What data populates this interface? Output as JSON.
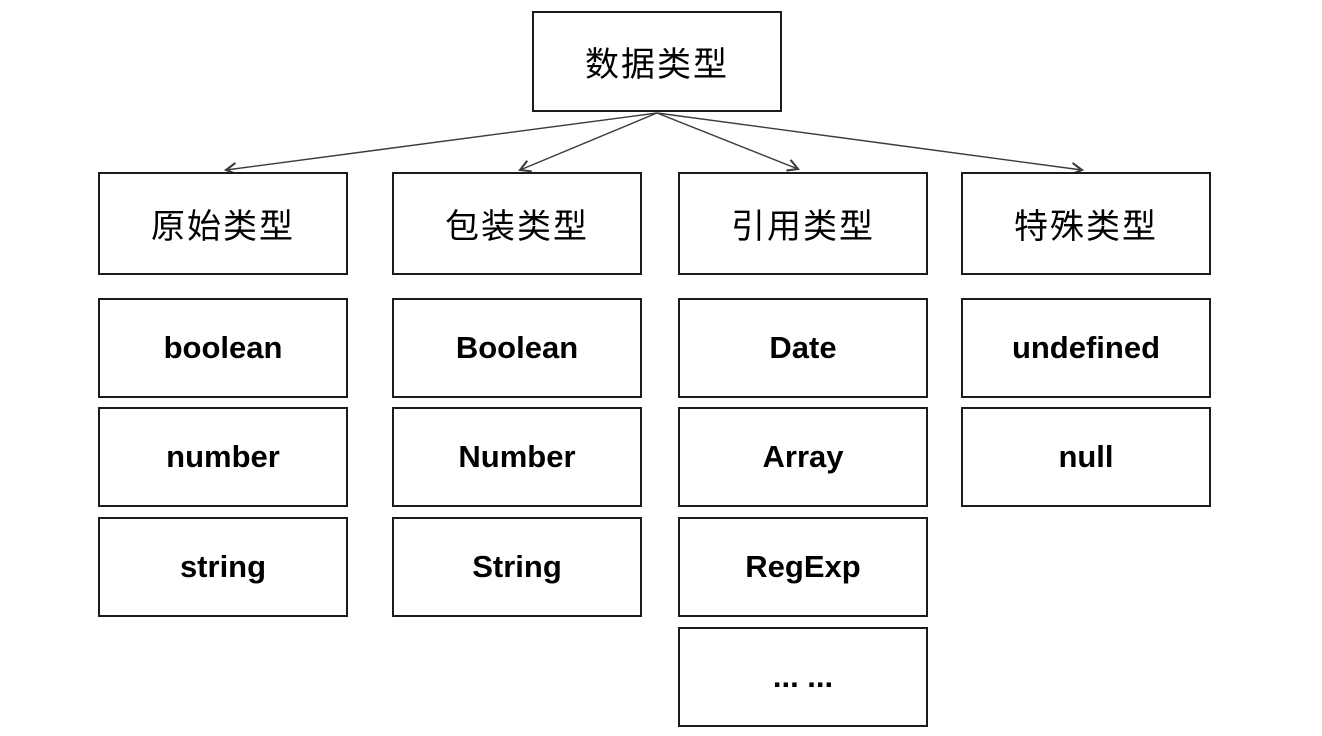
{
  "diagram": {
    "root_label": "数据类型",
    "columns": [
      {
        "header": "原始类型",
        "items": [
          "boolean",
          "number",
          "string"
        ]
      },
      {
        "header": "包装类型",
        "items": [
          "Boolean",
          "Number",
          "String"
        ]
      },
      {
        "header": "引用类型",
        "items": [
          "Date",
          "Array",
          "RegExp",
          "... ..."
        ]
      },
      {
        "header": "特殊类型",
        "items": [
          "undefined",
          "null"
        ]
      }
    ],
    "colors": {
      "background": "#ffffff",
      "box_border": "#1c1c1c",
      "arrow": "#3a3a3a",
      "text": "#000000"
    }
  }
}
